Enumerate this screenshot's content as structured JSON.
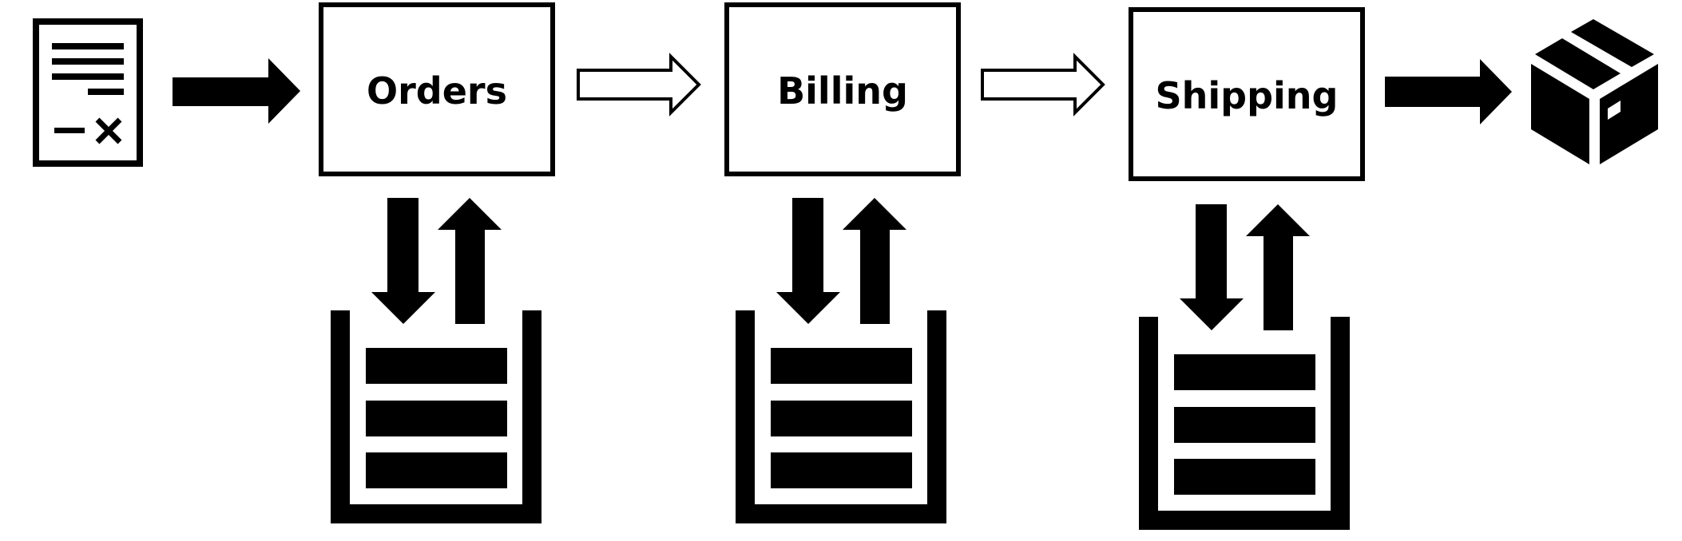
{
  "diagram": {
    "stages": [
      {
        "label": "Orders"
      },
      {
        "label": "Billing"
      },
      {
        "label": "Shipping"
      }
    ],
    "icons": {
      "input": "order-document-icon",
      "output": "shipping-box-icon",
      "storage": "database-storage-icon",
      "flow": "arrow-right-icon",
      "exchange": "up-down-arrows-icon"
    },
    "colors": {
      "ink": "#000000",
      "paper": "#ffffff"
    }
  }
}
